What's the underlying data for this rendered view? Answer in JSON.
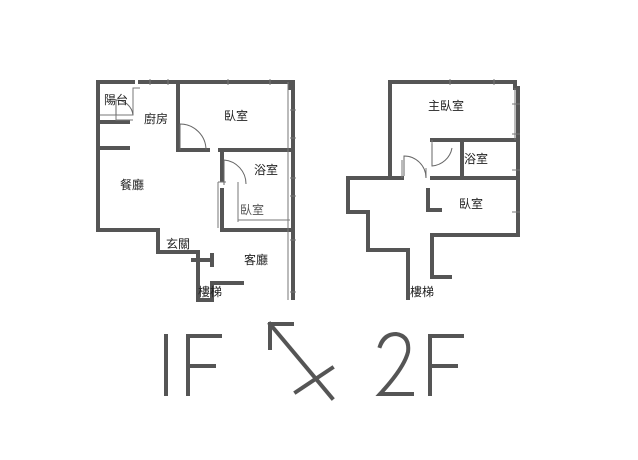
{
  "floor1": {
    "rooms": {
      "balcony": "陽台",
      "kitchen": "廚房",
      "bedroom": "臥室",
      "bath": "浴室",
      "dining": "餐廳",
      "bedroom_small": "臥室",
      "entrance": "玄關",
      "living": "客廳",
      "stairs": "樓梯"
    },
    "caption": "1F"
  },
  "floor2": {
    "rooms": {
      "master_bedroom": "主臥室",
      "bath": "浴室",
      "bedroom": "臥室",
      "stairs": "樓梯"
    },
    "caption": "2F"
  },
  "north_arrow": "north-arrow"
}
